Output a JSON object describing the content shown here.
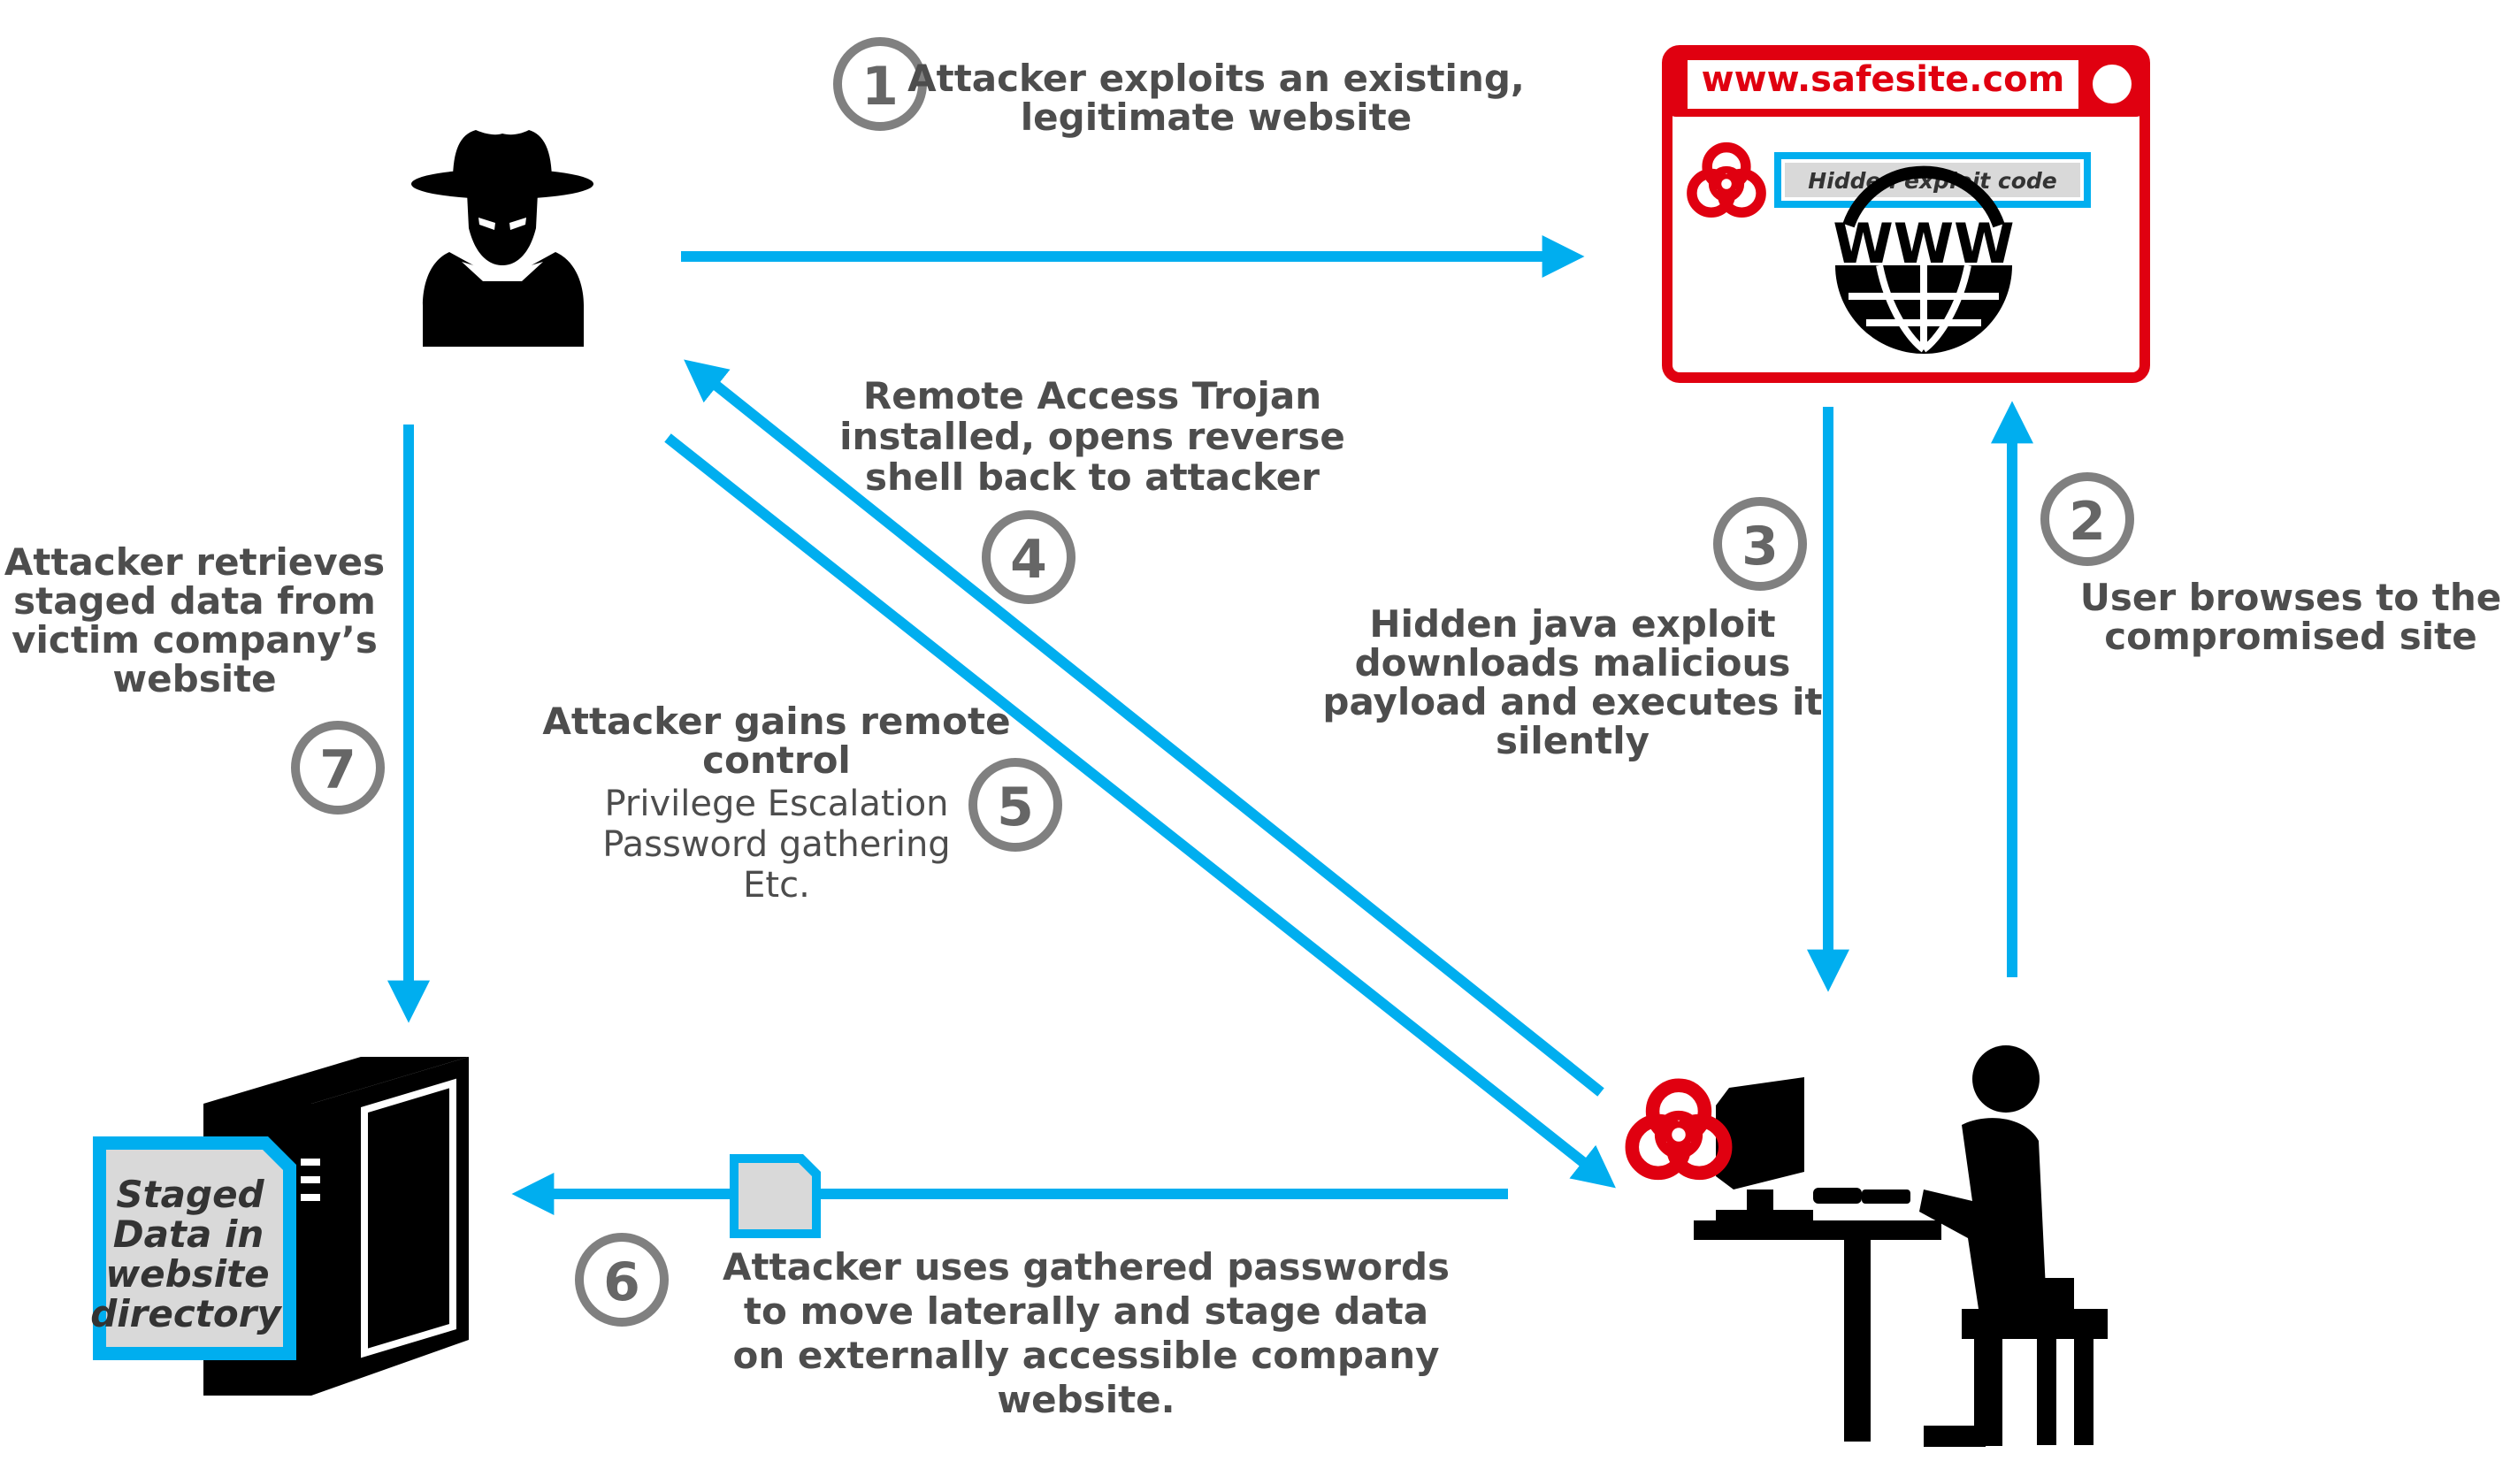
{
  "colors": {
    "arrow": "#00aeef",
    "label": "#4d4d4d",
    "step_ring": "#808080",
    "site_red": "#e00010",
    "silhouette": "#000000",
    "biohazard": "#e00010",
    "doc_fill": "#d9d9d9"
  },
  "icons": {
    "attacker": "hat-spy-silhouette-icon",
    "website": "browser-window-www-icon",
    "biohazard": "biohazard-icon",
    "server": "server-tower-icon",
    "victim": "user-at-computer-icon",
    "packet": "document-icon"
  },
  "website": {
    "url": "www.safesite.com",
    "hidden_code": "Hidden exploit code",
    "www": "WWW"
  },
  "server": {
    "doc_lines": [
      "Staged",
      "Data in",
      "website",
      "directory"
    ]
  },
  "steps": {
    "s1": {
      "num": "1",
      "lines": [
        "Attacker exploits an existing,",
        "legitimate website"
      ]
    },
    "s2": {
      "num": "2",
      "lines": [
        "User browses to the",
        "compromised site"
      ]
    },
    "s3": {
      "num": "3",
      "lines": [
        "Hidden java exploit",
        "downloads malicious",
        "payload and executes it",
        "silently"
      ]
    },
    "s4": {
      "num": "4",
      "lines": [
        "Remote Access Trojan",
        "installed, opens reverse",
        "shell back to attacker"
      ]
    },
    "s5": {
      "num": "5",
      "title_lines": [
        "Attacker gains remote",
        "control"
      ],
      "detail_lines": [
        "Privilege Escalation",
        "Password gathering",
        "Etc."
      ]
    },
    "s6": {
      "num": "6",
      "lines": [
        "Attacker uses gathered passwords",
        "to move laterally and stage data",
        "on externally accessible company",
        "website."
      ]
    },
    "s7": {
      "num": "7",
      "lines": [
        "Attacker retrieves",
        "staged data from",
        "victim company’s",
        "website"
      ]
    }
  }
}
